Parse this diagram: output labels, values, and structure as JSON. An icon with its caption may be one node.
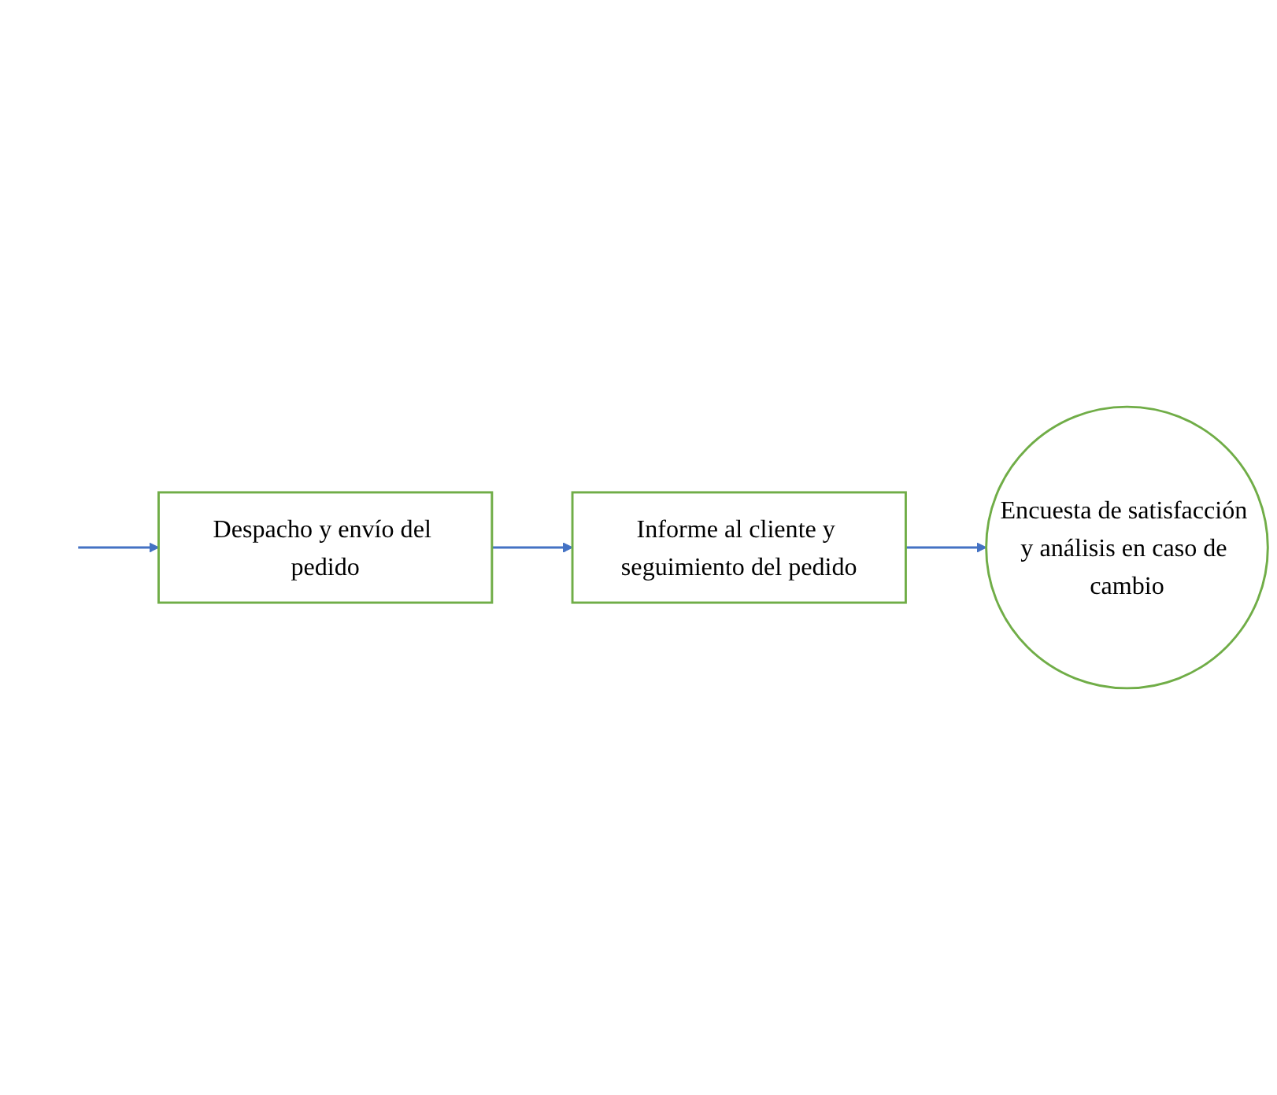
{
  "diagram": {
    "nodes": [
      {
        "text": [
          "Despacho y envío del pedido"
        ]
      },
      {
        "text": [
          "Informe al cliente y seguimiento del pedido"
        ]
      },
      {
        "text": [
          "Encuesta de satisfacción y análisis en caso de cambio"
        ]
      }
    ],
    "edges": [
      {
        "from": null,
        "to": 0,
        "arrow": "to"
      },
      {
        "from": 0,
        "to": 1,
        "arrow": "to"
      },
      {
        "from": 1,
        "to": 2,
        "arrow": "to"
      }
    ]
  }
}
